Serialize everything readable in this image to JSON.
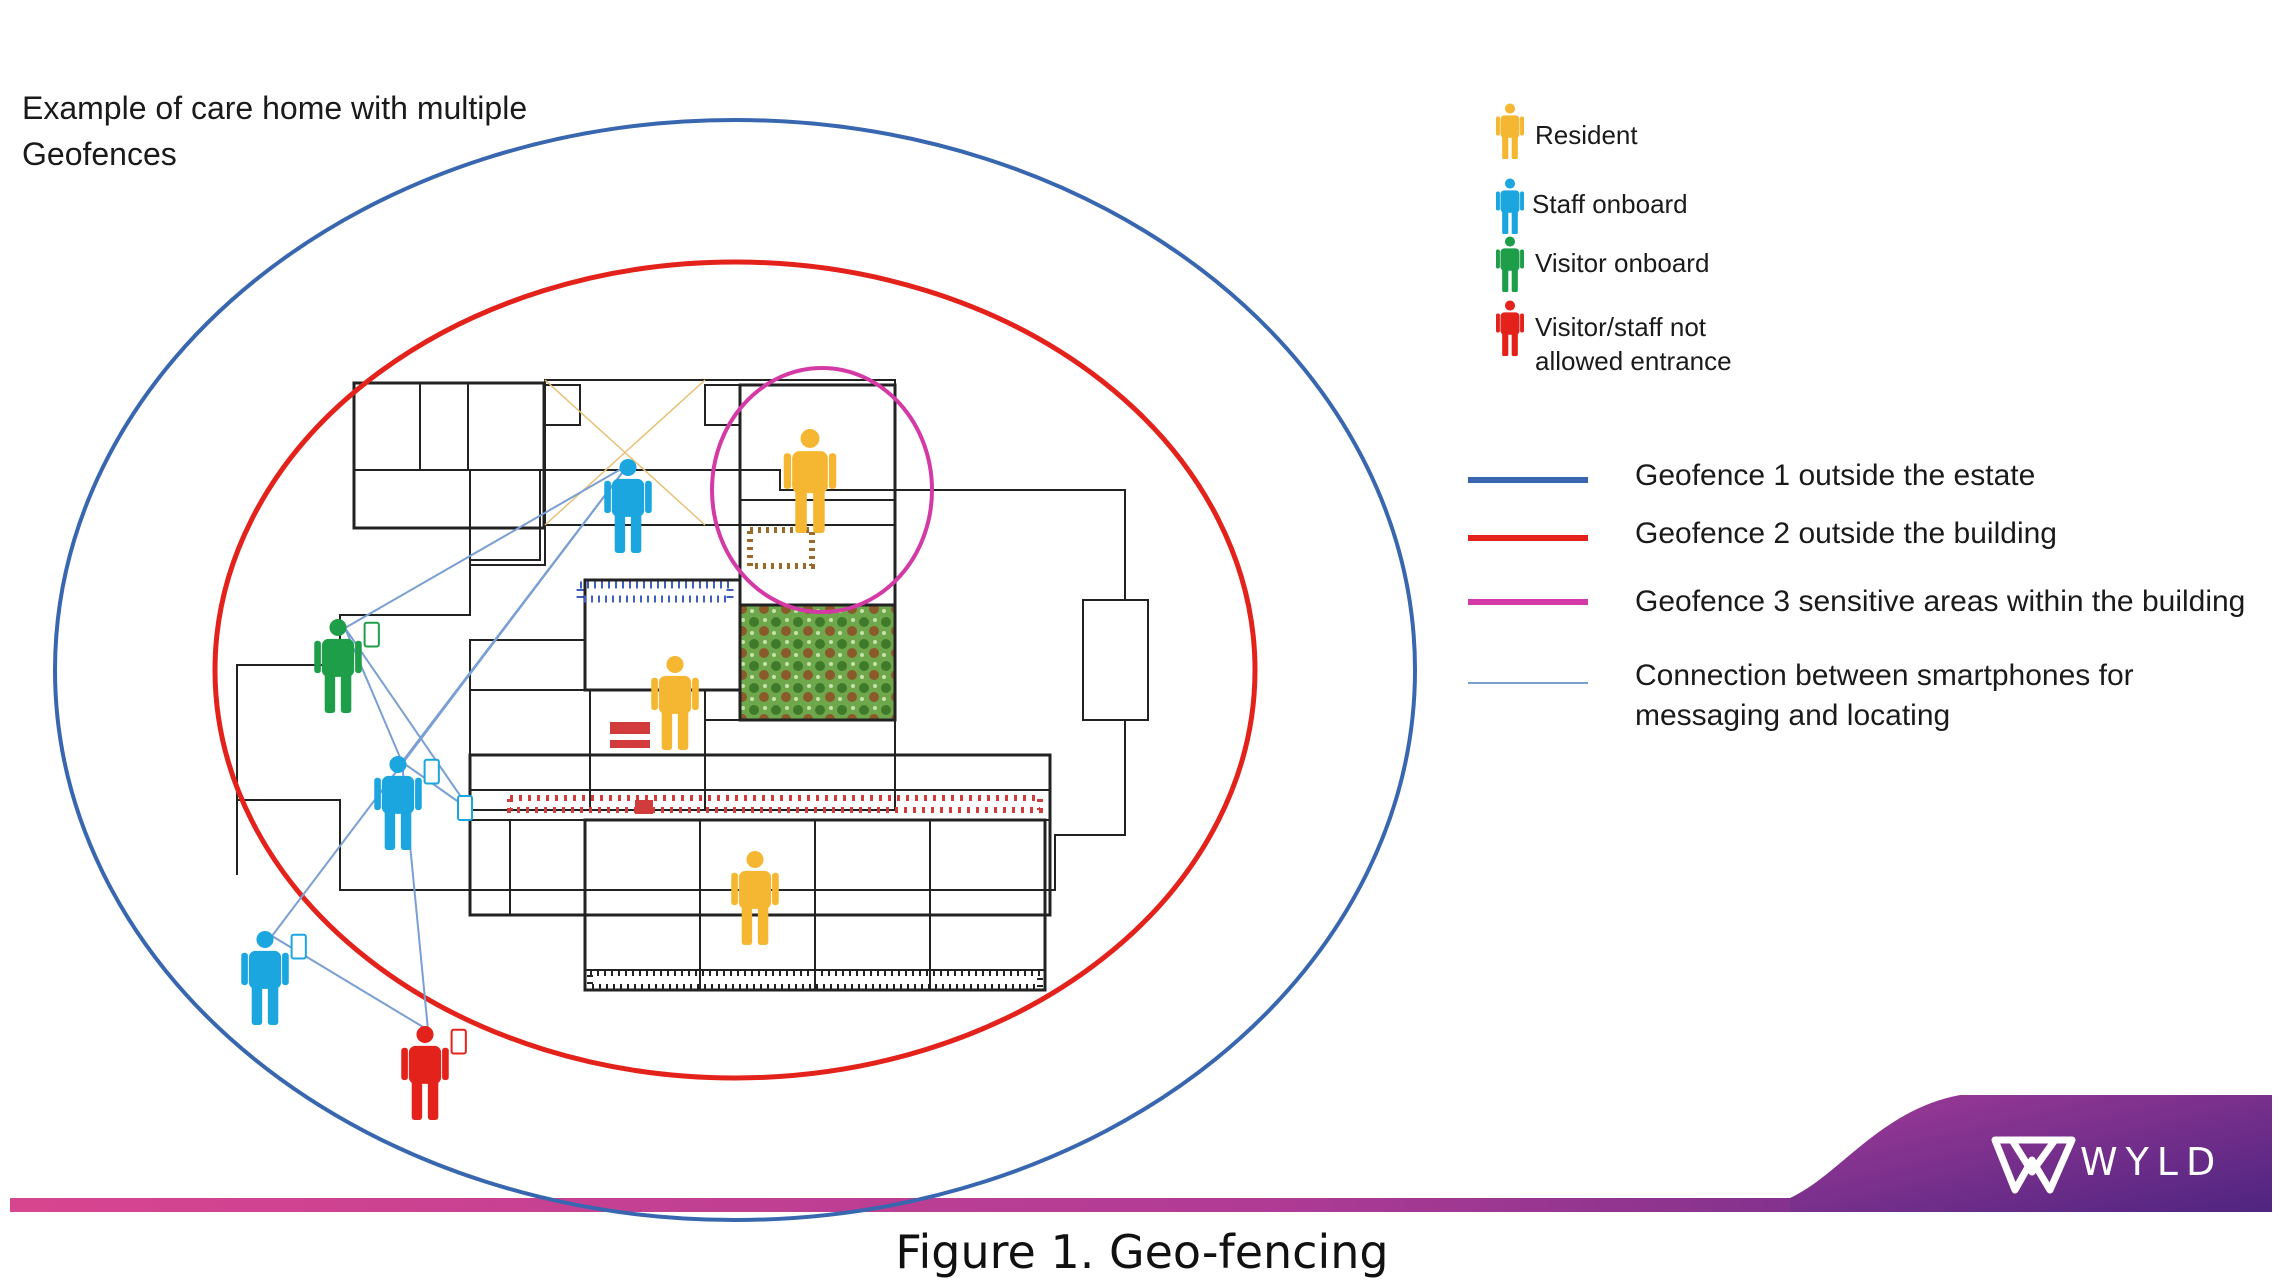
{
  "heading": [
    "Example of care home with multiple",
    "Geofences"
  ],
  "people_legend": [
    {
      "label": [
        "Resident"
      ],
      "color": "#f5b731",
      "icon": "resident-icon"
    },
    {
      "label": [
        "Staff onboard"
      ],
      "color": "#1ba6e0",
      "icon": "staff-icon"
    },
    {
      "label": [
        "Visitor onboard"
      ],
      "color": "#1f9e4a",
      "icon": "visitor-icon"
    },
    {
      "label": [
        "Visitor/staff not",
        "allowed entrance"
      ],
      "color": "#e3231b",
      "icon": "denied-icon"
    }
  ],
  "fence_legend": [
    {
      "label": [
        "Geofence 1 outside the estate"
      ],
      "color": "#3867b0",
      "width": "thick"
    },
    {
      "label": [
        "Geofence 2 outside the building"
      ],
      "color": "#e3231b",
      "width": "thick"
    },
    {
      "label": [
        "Geofence 3 sensitive areas within the building"
      ],
      "color": "#d43aa6",
      "width": "thick"
    },
    {
      "label": [
        "Connection between smartphones for",
        "messaging and locating"
      ],
      "color": "#7a9fd2",
      "width": "thin"
    }
  ],
  "caption": "Figure 1. Geo-fencing",
  "brand": "WYLD",
  "colors": {
    "footer_start": "#d8458f",
    "footer_end": "#5b2a86",
    "plan_line": "#222222"
  }
}
